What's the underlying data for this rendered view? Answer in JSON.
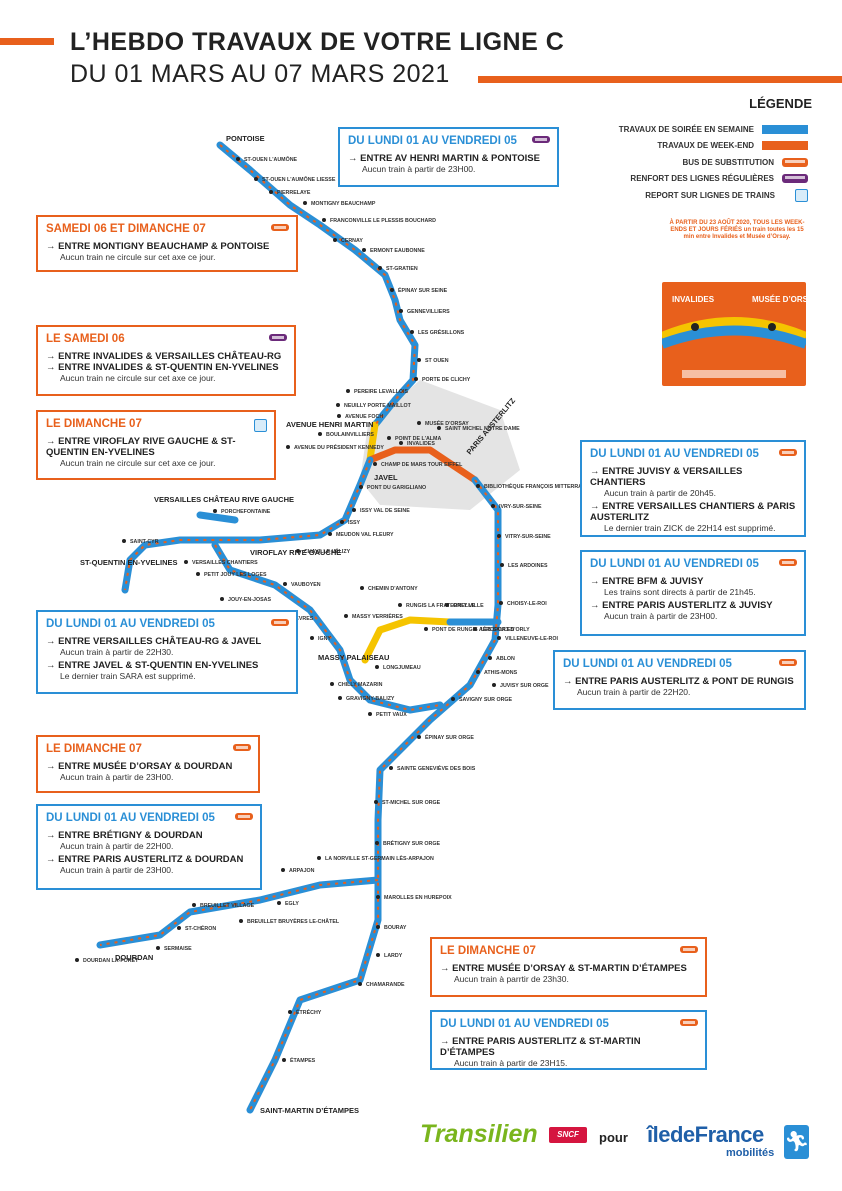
{
  "header": {
    "title": "L’HEBDO TRAVAUX DE VOTRE LIGNE C",
    "dates": "DU 01 MARS AU 07 MARS 2021"
  },
  "legend": {
    "title": "LÉGENDE",
    "items": [
      {
        "label": "TRAVAUX DE SOIRÉE EN SEMAINE",
        "icon": "blue-line-swatch"
      },
      {
        "label": "TRAVAUX DE WEEK-END",
        "icon": "orange-line-swatch"
      },
      {
        "label": "BUS DE SUBSTITUTION",
        "icon": "orange-bus-icon"
      },
      {
        "label": "RENFORT DES LIGNES RÉGULIÈRES",
        "icon": "purple-bus-icon"
      },
      {
        "label": "REPORT SUR LIGNES DE TRAINS",
        "icon": "train-icon"
      }
    ]
  },
  "notice": {
    "text": "À PARTIR DU 23 AOÛT 2020, TOUS LES WEEK-ENDS ET JOURS FÉRIÉS un train toutes les 15 min entre Invalides et Musée d’Orsay.",
    "invalides": "INVALIDES",
    "orsay": "MUSÉE D’ORSAY"
  },
  "colors": {
    "orange": "#e8601c",
    "blue": "#2a8fd6",
    "yellow": "#f5c400",
    "purple": "#6b2a7a"
  },
  "boxes": [
    {
      "heading": "DU LUNDI 01 AU VENDREDI 05",
      "icon": "purple-bus-icon",
      "lines": [
        {
          "entre": "ENTRE AV HENRI MARTIN & PONTOISE",
          "detail": "Aucun train à partir de 23H00."
        }
      ]
    },
    {
      "heading": "SAMEDI 06 ET DIMANCHE 07",
      "icon": "orange-bus-icon",
      "lines": [
        {
          "entre": "ENTRE MONTIGNY BEAUCHAMP & PONTOISE",
          "detail": "Aucun train ne circule sur cet axe ce jour."
        }
      ]
    },
    {
      "heading": "LE SAMEDI 06",
      "icon": "purple-bus-icon",
      "lines": [
        {
          "entre": "ENTRE INVALIDES & VERSAILLES CHÂTEAU-RG",
          "detail": ""
        },
        {
          "entre": "ENTRE INVALIDES & ST-QUENTIN EN-YVELINES",
          "detail": "Aucun train ne circule sur cet axe ce jour."
        }
      ]
    },
    {
      "heading": "LE DIMANCHE 07",
      "icon": "train-icon",
      "lines": [
        {
          "entre": "ENTRE VIROFLAY RIVE GAUCHE & ST-QUENTIN EN-YVELINES",
          "detail": "Aucun train ne circule sur cet axe ce jour."
        }
      ]
    },
    {
      "heading": "DU LUNDI 01 AU VENDREDI 05",
      "icon": "orange-bus-icon",
      "lines": [
        {
          "entre": "ENTRE JUVISY & VERSAILLES CHANTIERS",
          "detail": "Aucun train à partir de 20h45."
        },
        {
          "entre": "ENTRE VERSAILLES CHANTIERS & PARIS AUSTERLITZ",
          "detail": "Le dernier train ZICK de 22H14 est supprimé."
        }
      ]
    },
    {
      "heading": "DU LUNDI 01 AU VENDREDI 05",
      "icon": "orange-bus-icon",
      "lines": [
        {
          "entre": "ENTRE BFM & JUVISY",
          "detail": "Les trains sont directs à partir de 21h45."
        },
        {
          "entre": "ENTRE PARIS AUSTERLITZ & JUVISY",
          "detail": "Aucun train à partir de 23H00."
        }
      ]
    },
    {
      "heading": "DU LUNDI 01 AU VENDREDI 05",
      "icon": "orange-bus-icon",
      "lines": [
        {
          "entre": "ENTRE PARIS AUSTERLITZ & PONT DE RUNGIS",
          "detail": "Aucun train à partir de 22H20."
        }
      ]
    },
    {
      "heading": "DU LUNDI 01 AU VENDREDI 05",
      "icon": "orange-bus-icon",
      "lines": [
        {
          "entre": "ENTRE VERSAILLES CHÂTEAU-RG & JAVEL",
          "detail": "Aucun train à partir de 22H30."
        },
        {
          "entre": "ENTRE JAVEL & ST-QUENTIN EN-YVELINES",
          "detail": "Le dernier train SARA est supprimé."
        }
      ]
    },
    {
      "heading": "LE DIMANCHE 07",
      "icon": "orange-bus-icon",
      "lines": [
        {
          "entre": "ENTRE MUSÉE D’ORSAY & DOURDAN",
          "detail": "Aucun train à partir de 23H00."
        }
      ]
    },
    {
      "heading": "DU LUNDI 01 AU VENDREDI 05",
      "icon": "orange-bus-icon",
      "lines": [
        {
          "entre": "ENTRE BRÉTIGNY & DOURDAN",
          "detail": "Aucun train à partir de 22H00."
        },
        {
          "entre": "ENTRE PARIS AUSTERLITZ & DOURDAN",
          "detail": "Aucun train à partir de 23H00."
        }
      ]
    },
    {
      "heading": "LE DIMANCHE 07",
      "icon": "orange-bus-icon",
      "lines": [
        {
          "entre": "ENTRE MUSÉE D’ORSAY & ST-MARTIN D’ÉTAMPES",
          "detail": "Aucun train à parrtir de 23h30."
        }
      ]
    },
    {
      "heading": "DU LUNDI 01 AU VENDREDI 05",
      "icon": "orange-bus-icon",
      "lines": [
        {
          "entre": "ENTRE PARIS AUSTERLITZ & ST-MARTIN D’ÉTAMPES",
          "detail": "Aucun train à partir de 23H15."
        }
      ]
    }
  ],
  "stations": {
    "pontoise": "PONTOISE",
    "henri_martin": "AVENUE HENRI MARTIN",
    "javel": "JAVEL",
    "austerlitz": "PARIS AUSTERLITZ",
    "versailles_chateau": "VERSAILLES CHÂTEAU RIVE GAUCHE",
    "st_quentin": "ST-QUENTIN EN-YVELINES",
    "viroflay": "VIROFLAY RIVE GAUCHE",
    "massy": "MASSY PALAISEAU",
    "dourdan": "DOURDAN",
    "st_martin": "SAINT-MARTIN D’ÉTAMPES",
    "small": [
      "ST-OUEN L'AUMÔNE",
      "ST-OUEN L'AUMÔNE LIESSE",
      "PIERRELAYE",
      "MONTIGNY BEAUCHAMP",
      "FRANCONVILLE LE PLESSIS BOUCHARD",
      "CERNAY",
      "ERMONT EAUBONNE",
      "ST-GRATIEN",
      "ÉPINAY SUR SEINE",
      "GENNEVILLIERS",
      "LES GRÉSILLONS",
      "ST OUEN",
      "PORTE DE CLICHY",
      "PEREIRE LEVALLOIS",
      "NEUILLY PORTE MAILLOT",
      "AVENUE FOCH",
      "BOULAINVILLIERS",
      "AVENUE DU PRÉSIDENT KENNEDY",
      "CHAMP DE MARS TOUR EIFFEL",
      "PONT DU GARIGLIANO",
      "ISSY VAL DE SEINE",
      "ISSY",
      "MEUDON VAL FLEURY",
      "CHAVILLE VÉLIZY",
      "BIBLIOTHÈQUE FRANÇOIS MITTERRAND",
      "IVRY-SUR-SEINE",
      "VITRY-SUR-SEINE",
      "LES ARDOINES",
      "CHOISY-LE-ROI",
      "LES SAULES",
      "VILLENEUVE-LE-ROI",
      "ABLON",
      "ATHIS-MONS",
      "JUVISY SUR ORGE",
      "SAVIGNY SUR ORGE",
      "ÉPINAY SUR ORGE",
      "SAINTE GENEVIÈVE DES BOIS",
      "ST-MICHEL SUR ORGE",
      "BRÉTIGNY SUR ORGE",
      "MAROLLES EN HUREPOIX",
      "BOURAY",
      "LARDY",
      "CHAMARANDE",
      "ÉTRÉCHY",
      "ÉTAMPES",
      "LA NORVILLE ST-GERMAIN LÈS-ARPAJON",
      "ARPAJON",
      "EGLY",
      "BREUILLET VILLAGE",
      "BREUILLET BRUYÈRES LE-CHÂTEL",
      "ST-CHÉRON",
      "SERMAISE",
      "DOURDAN LA-FORÊT",
      "VERSAILLES CHANTIERS",
      "PORCHEFONTAINE",
      "SAINT-CYR",
      "PETIT JOUY LES LOGES",
      "JOUY-EN-JOSAS",
      "VAUBOYEN",
      "BIÈVRES",
      "IGNY",
      "MASSY VERRIÈRES",
      "CHEMIN D'ANTONY",
      "RUNGIS LA FRATERNELLE",
      "ORLY VILLE",
      "PONT DE RUNGIS AÉROPORT D'ORLY",
      "LONGJUMEAU",
      "CHILLY MAZARIN",
      "GRAVIGNY-BALIZY",
      "PETIT VAUX",
      "POINT DE L'ALMA",
      "INVALIDES",
      "MUSÉE D'ORSAY",
      "SAINT MICHEL NOTRE DAME"
    ]
  },
  "footer": {
    "transilien": "Transilien",
    "sncf": "SNCF",
    "pour": "pour",
    "idf": "îledeFrance",
    "mobilites": "mobilités"
  }
}
